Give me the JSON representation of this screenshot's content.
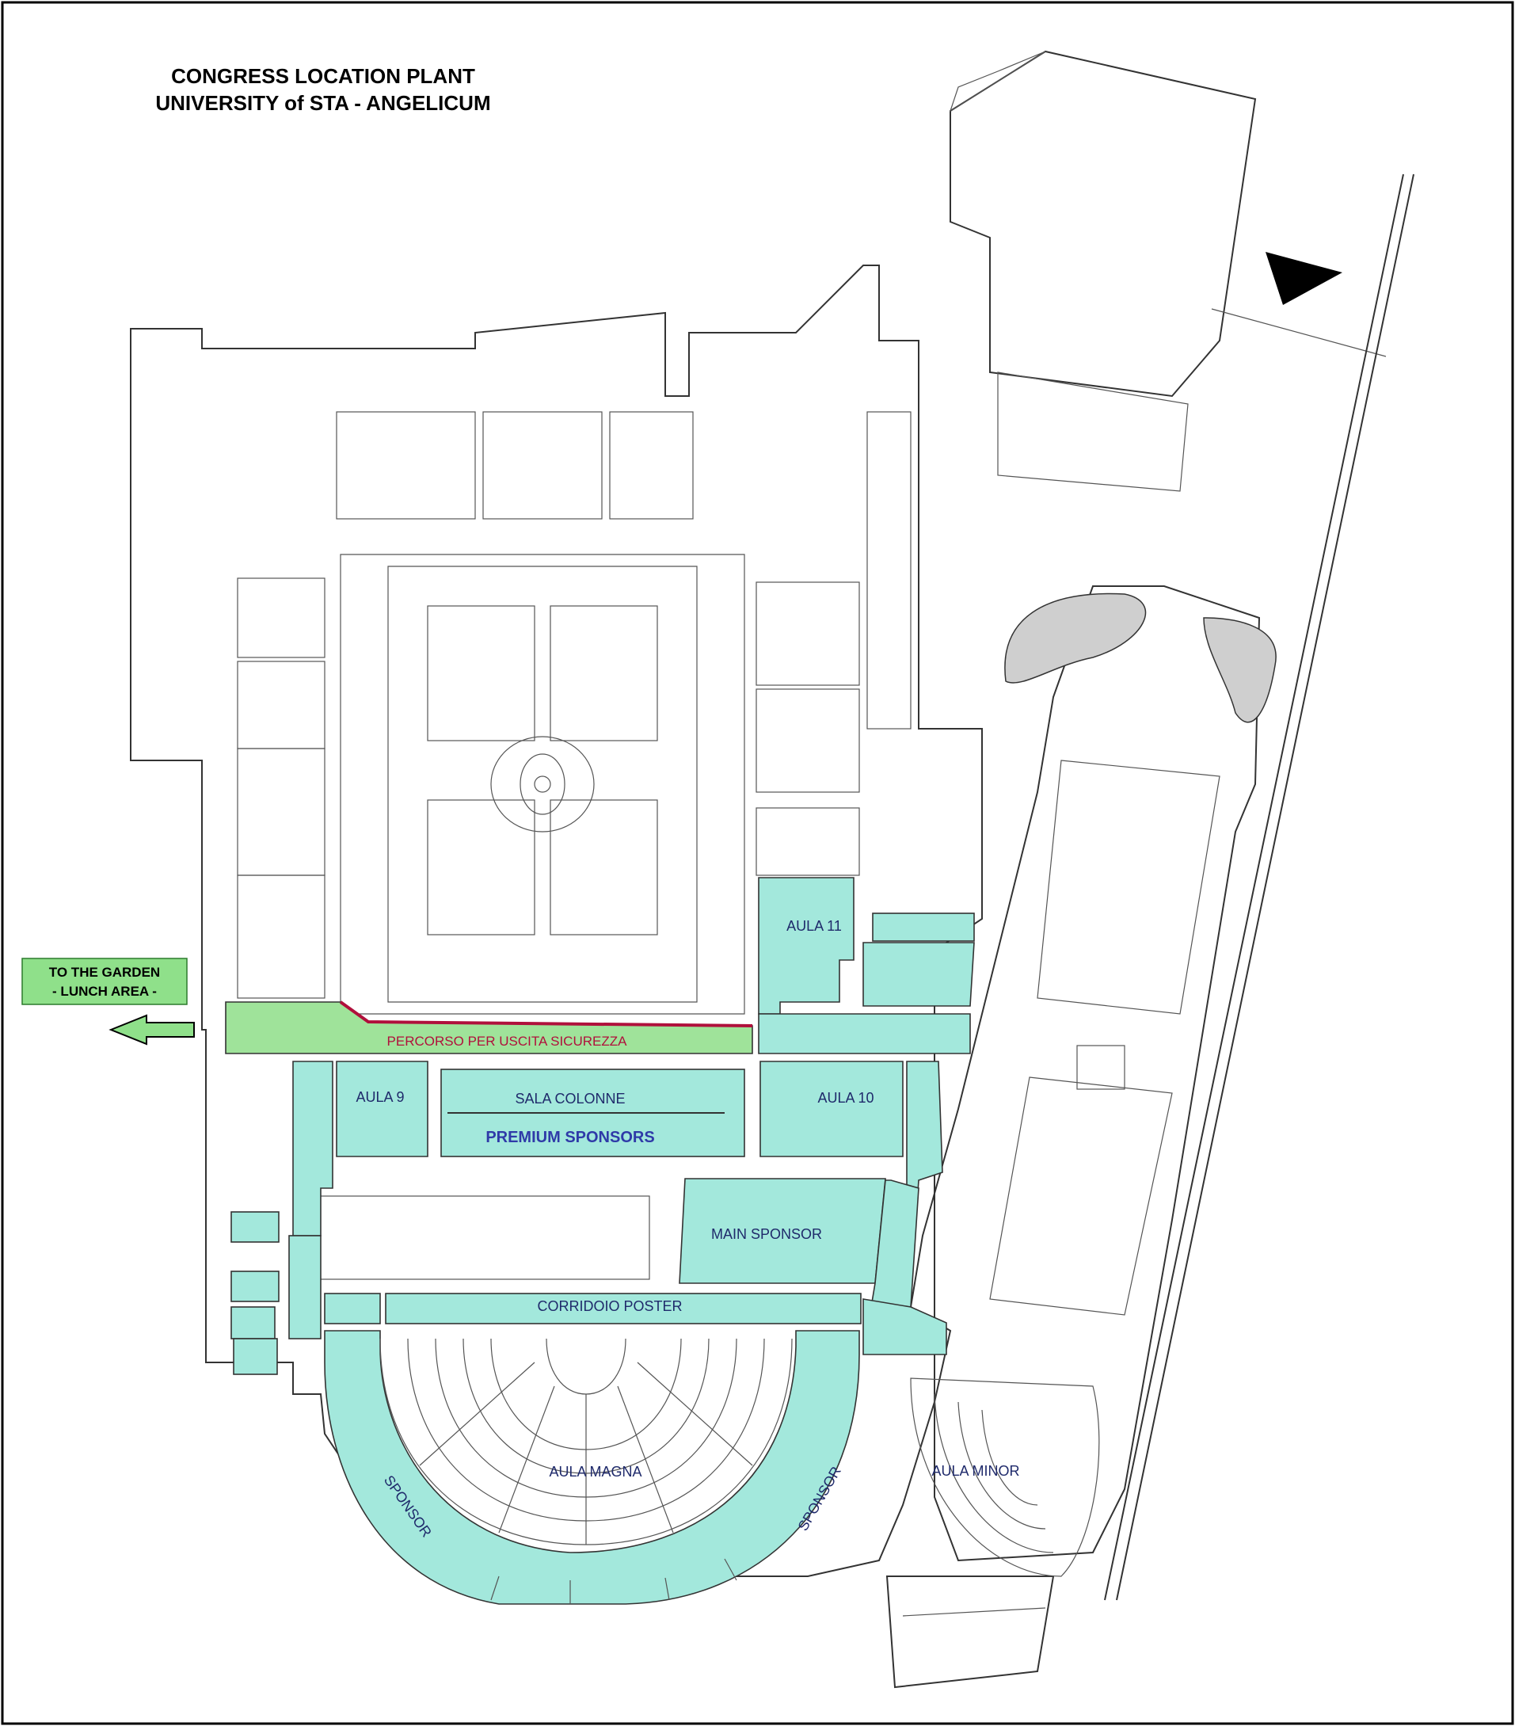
{
  "title": {
    "line1": "CONGRESS LOCATION PLANT",
    "line2": "UNIVERSITY of STA - ANGELICUM"
  },
  "garden_sign": {
    "line1": "TO THE GARDEN",
    "line2": "- LUNCH AREA -"
  },
  "exit_route": "PERCORSO PER USCITA SICUREZZA",
  "rooms": {
    "aula_11": "AULA 11",
    "aula_9": "AULA 9",
    "sala_colonne": "SALA COLONNE",
    "premium_sponsors": "PREMIUM SPONSORS",
    "aula_10": "AULA 10",
    "main_sponsor": "MAIN SPONSOR",
    "corridoio_poster": "CORRIDOIO POSTER",
    "aula_magna": "AULA MAGNA",
    "aula_minor": "AULA MINOR",
    "sponsor_left": "SPONSOR",
    "sponsor_right": "SPONSOR"
  },
  "colors": {
    "room_fill": "#a3e8dc",
    "garden_fill": "#9fe39a",
    "exit_line": "#b0103c",
    "label_text": "#1f2a6b"
  },
  "icons": {
    "north_arrow": "triangle-pointer-icon",
    "exit_arrow": "left-arrow-icon"
  }
}
